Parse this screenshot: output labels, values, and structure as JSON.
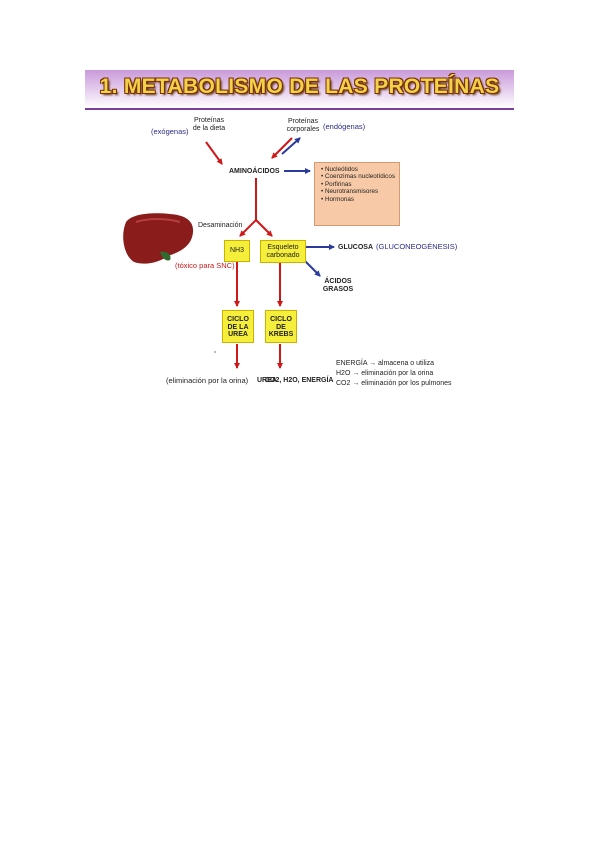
{
  "header": {
    "title": "1. METABOLISMO DE LAS PROTEÍNAS"
  },
  "diagram": {
    "dietary_proteins": "Proteínas de la dieta",
    "exogenous_note": "(exógenas)",
    "body_proteins": "Proteínas corporales",
    "endogenous_note": "(endógenas)",
    "amino_acids": "AMINOÁCIDOS",
    "products": [
      "Nucleótidos",
      "Coenzimas nucleotídicos",
      "Porfirinas",
      "Neurotransmisores",
      "Hormonas"
    ],
    "deamination": "Desaminación",
    "nh3": "NH3",
    "toxic_note": "(tóxico para SNC)",
    "carbon_skeleton": "Esqueleto carbonado",
    "glucose": "GLUCOSA",
    "gluconeogenesis_note": "(GLUCONEOGÉNESIS)",
    "fatty_acids": "ÁCIDOS GRASOS",
    "urea_cycle": "CICLO DE LA UREA",
    "krebs_cycle": "CICLO DE KREBS",
    "urea": "UREA",
    "urea_elimination_note": "(eliminación por la orina)",
    "krebs_products": "CO2, H2O, ENERGÍA",
    "notes": [
      "ENERGÍA → almacena o utiliza",
      "H2O → eliminación por la orina",
      "CO2 → eliminación por los pulmones"
    ]
  },
  "colors": {
    "banner": "#c99ad9",
    "title_text": "#f2d24a",
    "arrow_red": "#d01818",
    "arrow_blue": "#2b3a9c",
    "box_yellow": "#f5ee3a",
    "box_peach": "#f7c9a6",
    "liver": "#8a1c1c"
  },
  "icons": {
    "liver": "liver-illustration"
  }
}
